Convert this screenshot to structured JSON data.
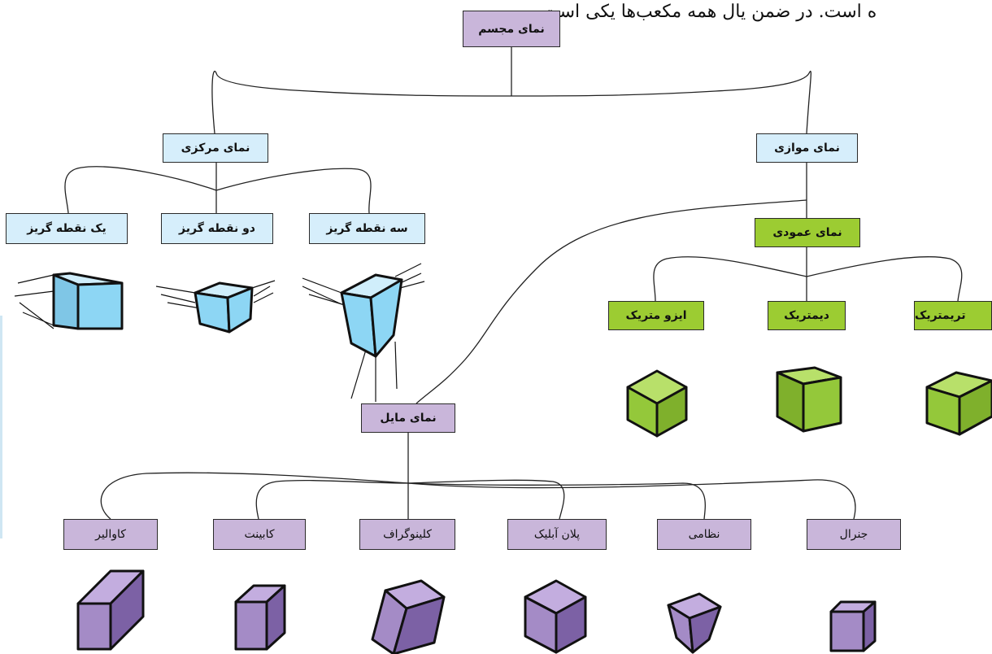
{
  "caption": "ه است. در ضمن یال همه مکعب‌ها یکی است.",
  "nodes": {
    "root": "نمای مجسم",
    "central": "نمای مرکزی",
    "parallel": "نمای موازی",
    "one_point": "یک نقطه گریز",
    "two_point": "دو نقطه گریز",
    "three_point": "سه نقطه گریز",
    "orthographic": "نمای عمودی",
    "isometric": "ایزو متریک",
    "dimetric": "دیمتریک",
    "trimetric": "تریمتریک",
    "oblique": "نمای مایل",
    "cavalier": "کاوالیر",
    "cabinet": "کابینت",
    "clinograph": "کلینوگراف",
    "plan_oblique": "پلان آبلیک",
    "military": "نظامی",
    "general": "جنرال"
  },
  "colors": {
    "purple_box": "#c9b6da",
    "blue_box": "#d6eefb",
    "green_box": "#9ccc32",
    "cube_blue": "#8dd6f4",
    "cube_green": "#94c83a",
    "cube_purple": "#a48bc6",
    "line": "#222222"
  },
  "icons": [
    "cube-one-point",
    "cube-two-point",
    "cube-three-point",
    "cube-isometric",
    "cube-dimetric",
    "cube-trimetric",
    "cube-cavalier",
    "cube-cabinet",
    "cube-clinograph",
    "cube-plan-oblique",
    "cube-military",
    "cube-general"
  ]
}
